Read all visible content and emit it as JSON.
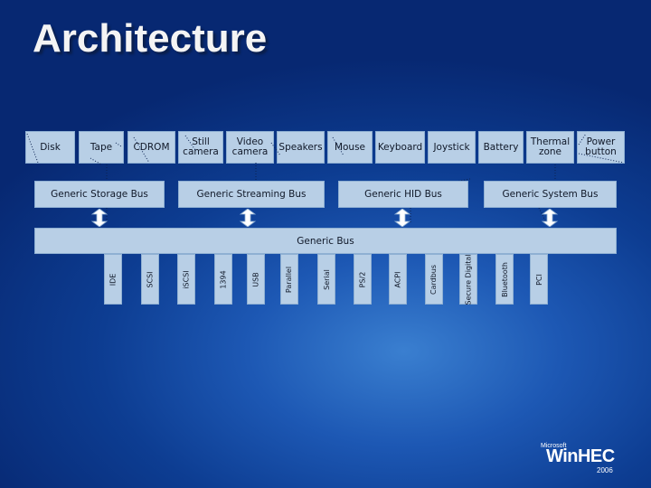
{
  "title": "Architecture",
  "devices": [
    "Disk",
    "Tape",
    "CDROM",
    "Still camera",
    "Video camera",
    "Speakers",
    "Mouse",
    "Keyboard",
    "Joystick",
    "Battery",
    "Thermal zone",
    "Power button"
  ],
  "buses": [
    "Generic Storage Bus",
    "Generic Streaming Bus",
    "Generic HID Bus",
    "Generic System Bus"
  ],
  "generic_bus": "Generic Bus",
  "ports": [
    "IDE",
    "SCSI",
    "iSCSI",
    "1394",
    "USB",
    "Parallel",
    "Serial",
    "PS/2",
    "ACPI",
    "Cardbus",
    "Secure Digital",
    "Bluetooth",
    "PCI"
  ],
  "logo": {
    "maker": "Microsoft",
    "name": "WinHEC",
    "year": "2006"
  },
  "colors": {
    "box_fill": "#b8cfe6",
    "background": "#1d58b4",
    "arrow": "#ffffff"
  }
}
